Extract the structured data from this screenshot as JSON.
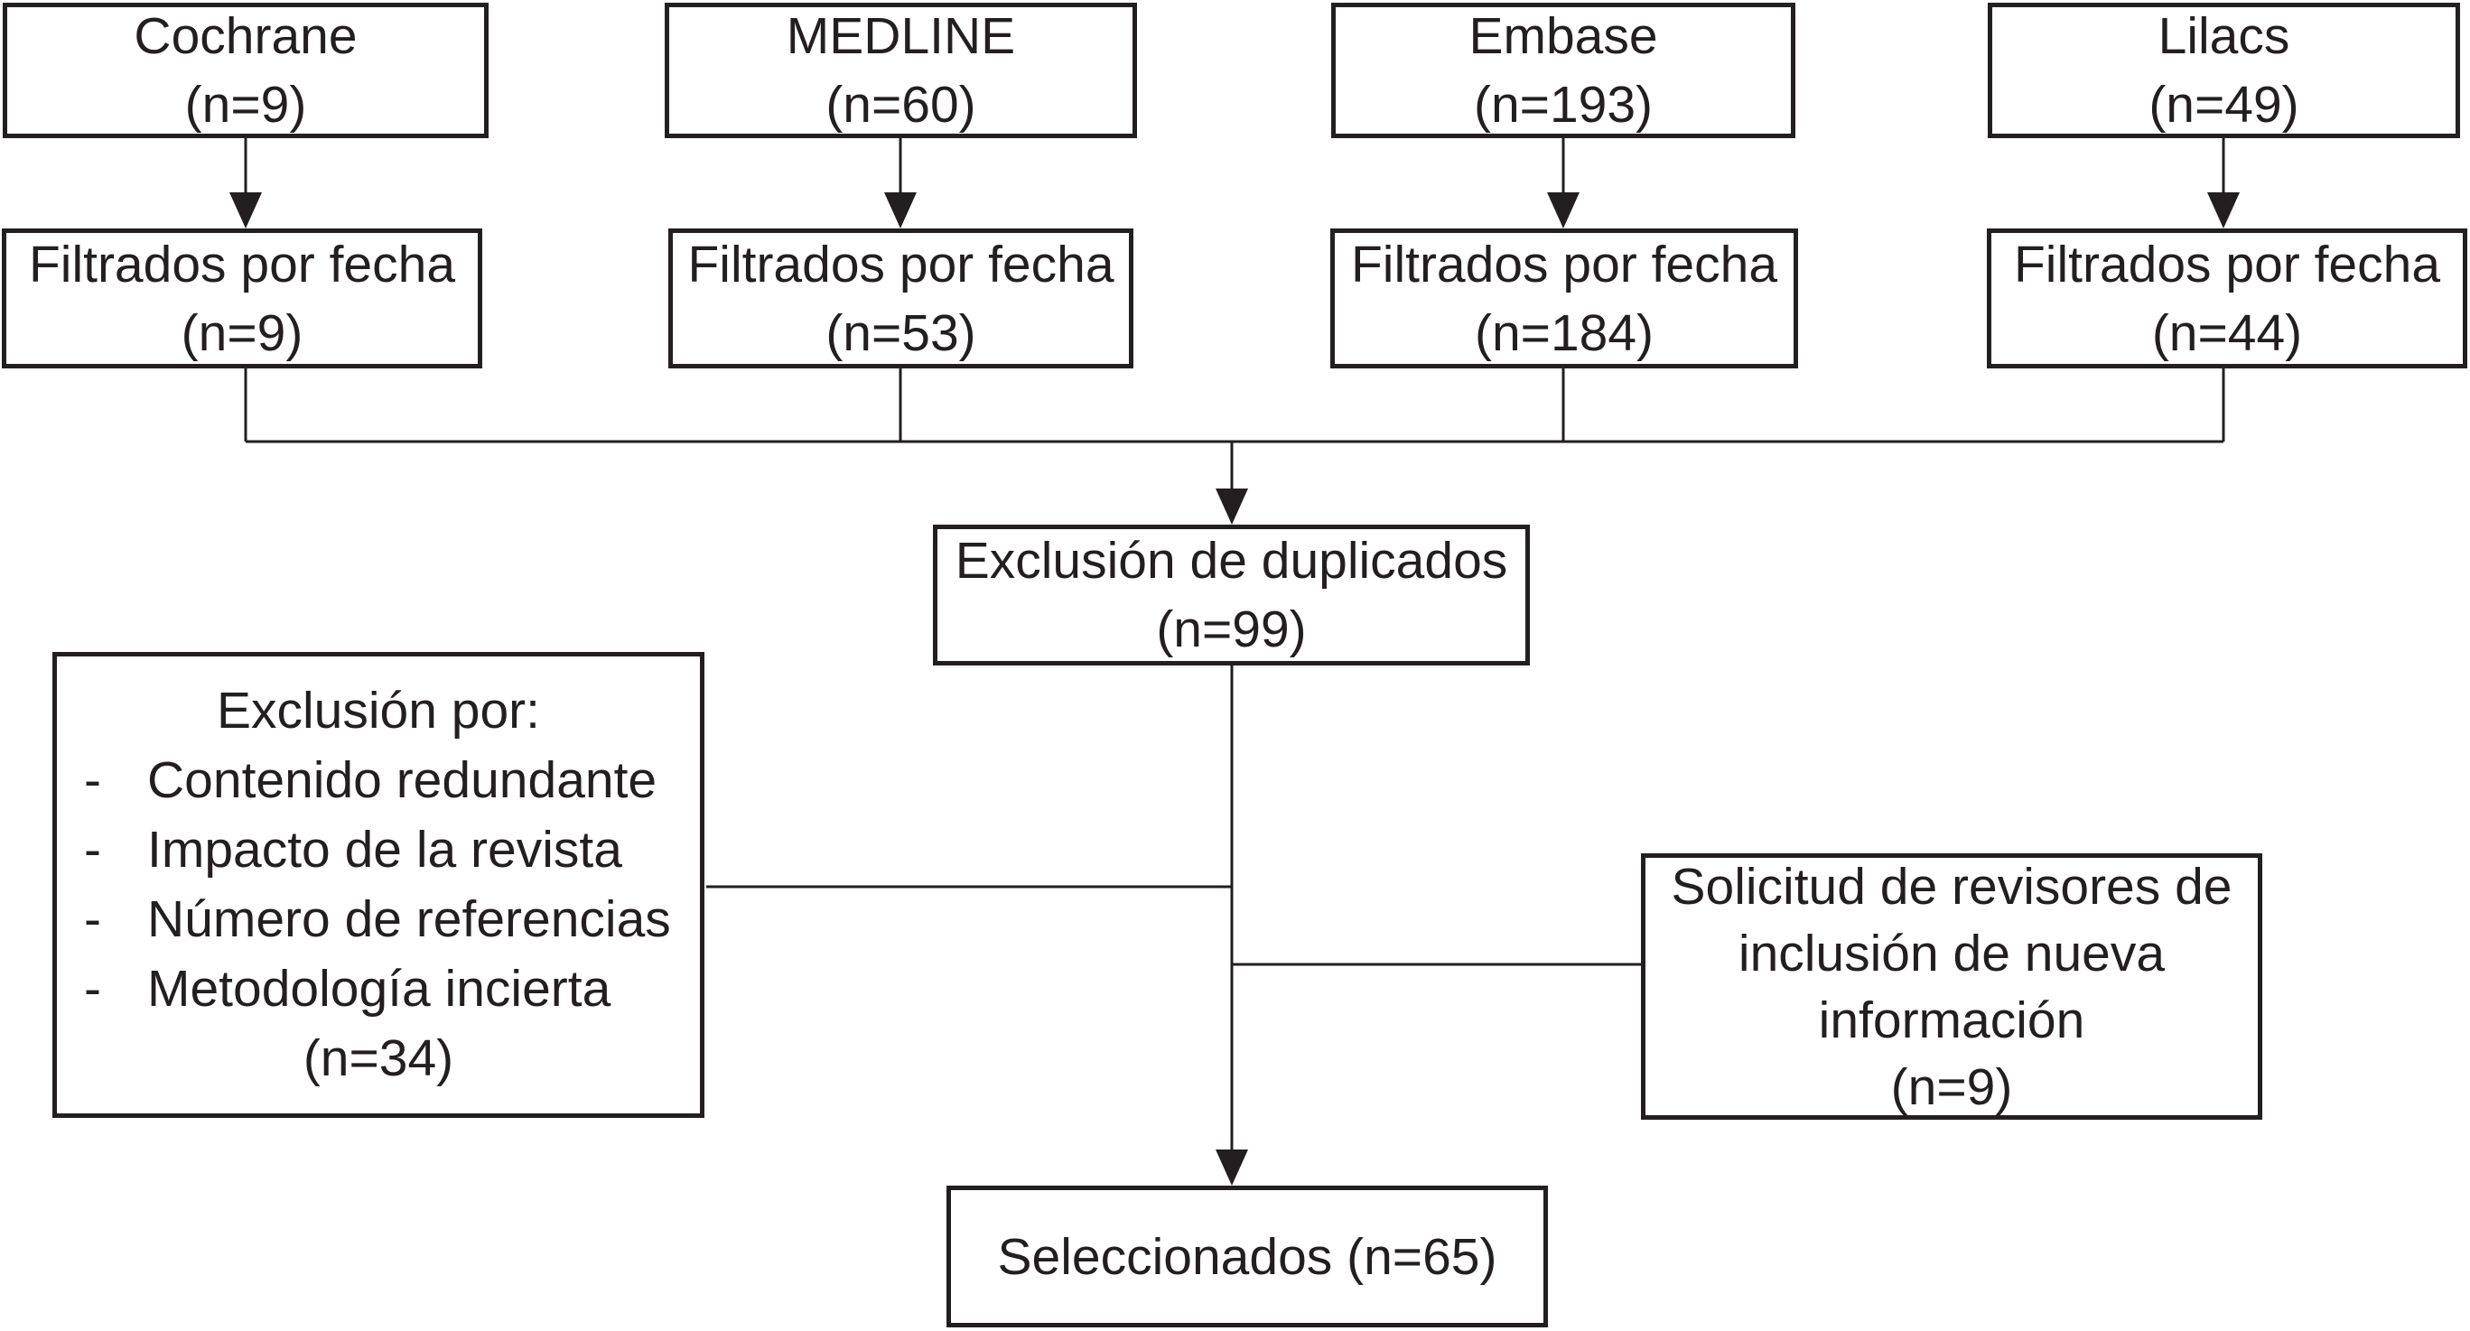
{
  "colors": {
    "line": "#231f20",
    "box_fill": "#ffffff",
    "text": "#231f20"
  },
  "flow": {
    "sources": [
      {
        "name": "Cochrane",
        "count": "(n=9)"
      },
      {
        "name": "MEDLINE",
        "count": "(n=60)"
      },
      {
        "name": "Embase",
        "count": "(n=193)"
      },
      {
        "name": "Lilacs",
        "count": "(n=49)"
      }
    ],
    "filtered": [
      {
        "label": "Filtrados por fecha",
        "count": "(n=9)"
      },
      {
        "label": "Filtrados por fecha",
        "count": "(n=53)"
      },
      {
        "label": "Filtrados por fecha",
        "count": "(n=184)"
      },
      {
        "label": "Filtrados por fecha",
        "count": "(n=44)"
      }
    ],
    "duplicates": {
      "label": "Exclusión de duplicados",
      "count": "(n=99)"
    },
    "exclusion": {
      "title": "Exclusión por:",
      "bullet_char": "-",
      "items": [
        "Contenido redundante",
        "Impacto de la revista",
        "Número de referencias",
        "Metodología incierta"
      ],
      "count": "(n=34)"
    },
    "reviewers": {
      "lines": [
        "Solicitud de revisores de",
        "inclusión de nueva",
        "información"
      ],
      "count": "(n=9)"
    },
    "selected": {
      "label": "Seleccionados (n=65)"
    }
  }
}
